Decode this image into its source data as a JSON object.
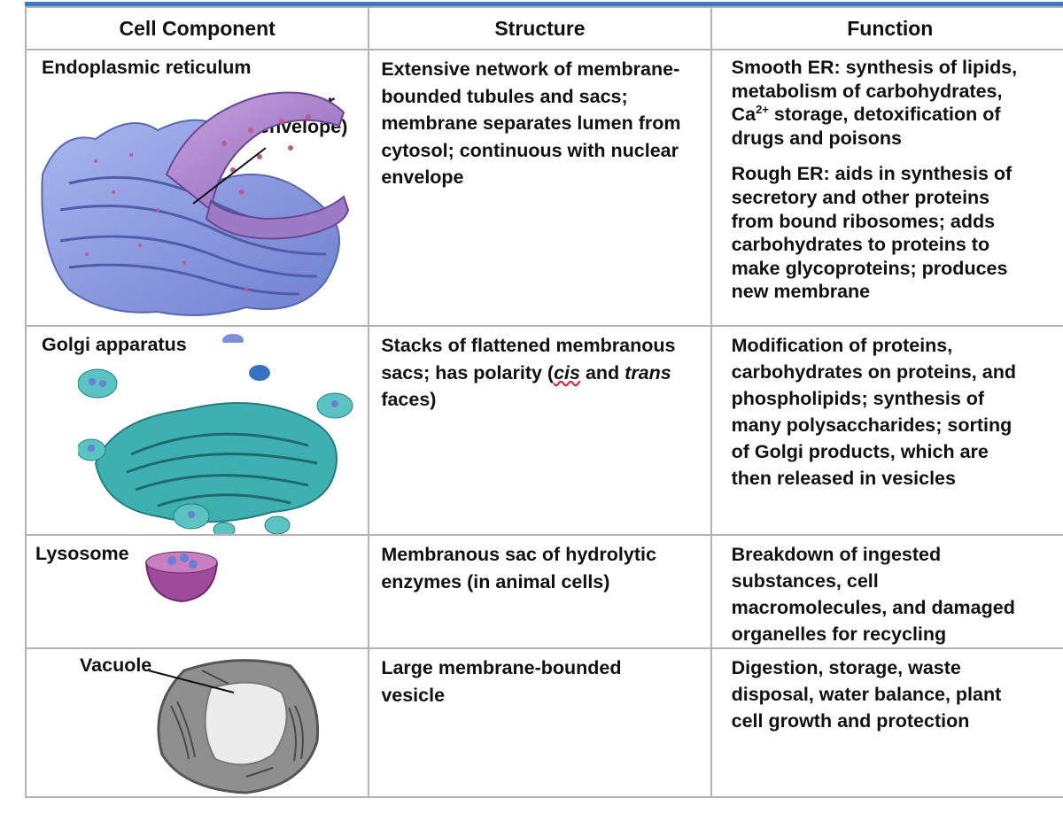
{
  "header": {
    "col1": "Cell Component",
    "col2": "Structure",
    "col3": "Function"
  },
  "rows": [
    {
      "component": "Endoplasmic reticulum",
      "callout": "(Nuclear envelope)",
      "callout_line1": "(Nuclear",
      "callout_line2": "envelope)",
      "structure": "Extensive network of membrane-bounded tubules and sacs; membrane separates lumen from cytosol; continuous with nuclear envelope",
      "function_smooth_a": "Smooth ER: synthesis of lipids, metabolism of carbohydrates, Ca",
      "function_smooth_sup": "2+",
      "function_smooth_b": " storage, detoxification of drugs and poisons",
      "function_rough": "Rough ER: aids in synthesis of secretory and other proteins from bound ribosomes; adds carbohydrates to proteins to make glycoproteins; produces new membrane"
    },
    {
      "component": "Golgi apparatus",
      "structure_a": "Stacks of flattened membranous sacs; has polarity (",
      "structure_cis": "cis",
      "structure_b": " and ",
      "structure_trans": "trans",
      "structure_c": " faces)",
      "function": "Modification of proteins, carbohydrates on proteins, and phospholipids; synthesis of many polysaccharides; sorting of Golgi products, which are then released in vesicles"
    },
    {
      "component": "Lysosome",
      "structure": "Membranous sac of hydrolytic enzymes (in animal cells)",
      "function": "Breakdown of ingested substances, cell macromolecules, and damaged organelles for recycling"
    },
    {
      "component": "Vacuole",
      "structure": "Large membrane-bounded vesicle",
      "function": "Digestion, storage, waste disposal, water balance, plant cell growth and protection"
    }
  ],
  "colors": {
    "header_rule": "#3d7ab8",
    "grid": "#b4b4b4",
    "er": "#8a9be0",
    "golgi": "#3fb0b0",
    "lysosome": "#a04a9a",
    "vacuole": "#8f8f8f"
  },
  "icons": [
    "er-illustration",
    "golgi-illustration",
    "lysosome-illustration",
    "vacuole-micrograph"
  ]
}
